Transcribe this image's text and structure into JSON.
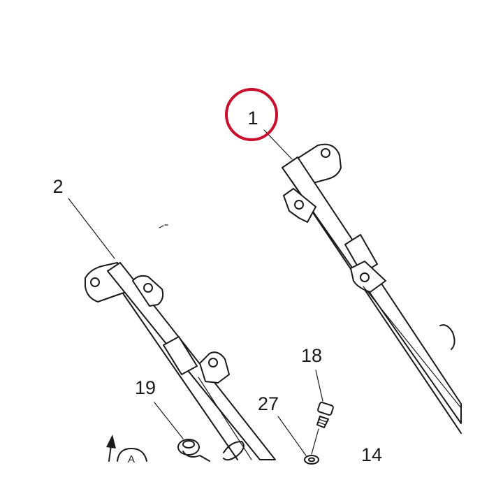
{
  "callouts": {
    "part_1": "1",
    "part_2": "2",
    "part_18": "18",
    "part_19": "19",
    "part_27": "27",
    "part_14": "14",
    "view_a": "A"
  },
  "highlight": {
    "target": "1",
    "color": "#c8102e"
  }
}
